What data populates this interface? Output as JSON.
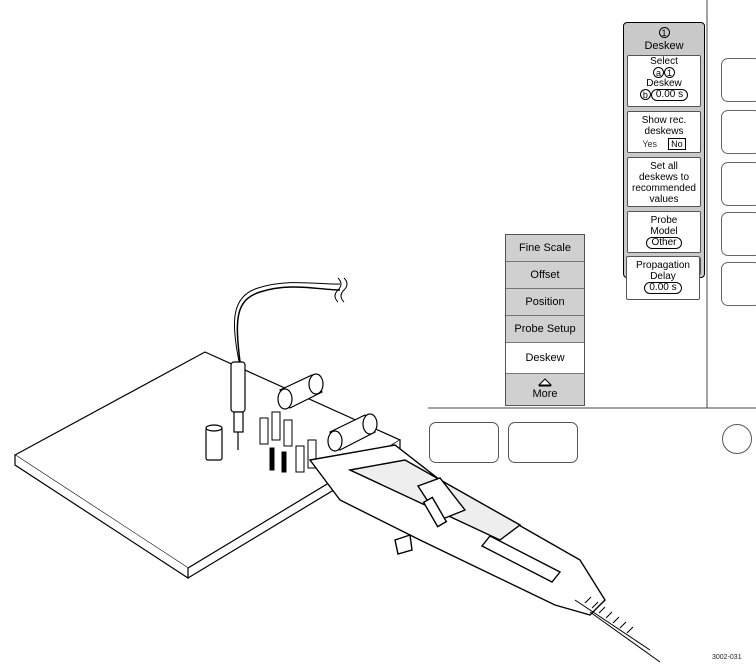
{
  "side_menu": {
    "channel": "1",
    "title": "Deskew",
    "select": {
      "label_1": "Select",
      "a_marker": "a",
      "a_value": "1",
      "label_2": "Deskew",
      "b_marker": "b",
      "b_value": "0.00 s"
    },
    "show_rec": {
      "label_1": "Show rec.",
      "label_2": "deskews",
      "yes": "Yes",
      "no": "No"
    },
    "set_all": {
      "line_1": "Set all",
      "line_2": "deskews to",
      "line_3": "recommended",
      "line_4": "values"
    },
    "probe_model": {
      "line_1": "Probe",
      "line_2": "Model",
      "value": "Other"
    },
    "propagation": {
      "line_1": "Propagation",
      "line_2": "Delay",
      "value": "0.00 s"
    }
  },
  "bottom_menu": {
    "items": [
      "Fine Scale",
      "Offset",
      "Position",
      "Probe Setup",
      "Deskew"
    ],
    "selected": "Deskew",
    "more": "More"
  },
  "footnote": "3002-031"
}
